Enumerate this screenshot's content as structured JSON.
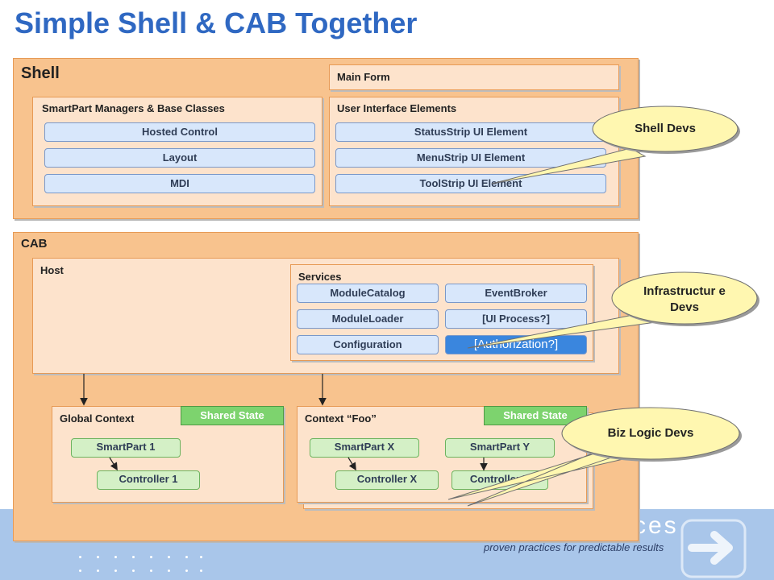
{
  "title": "Simple Shell & CAB Together",
  "shell": {
    "label": "Shell",
    "main_form": "Main Form",
    "smartpart_managers": {
      "label": "SmartPart Managers & Base Classes",
      "items": [
        "Hosted Control",
        "Layout",
        "MDI"
      ]
    },
    "ui_elements": {
      "label": "User Interface Elements",
      "items": [
        "StatusStrip UI Element",
        "MenuStrip UI Element",
        "ToolStrip UI Element"
      ]
    }
  },
  "cab": {
    "label": "CAB",
    "host": {
      "label": "Host",
      "services": {
        "label": "Services",
        "left": [
          "ModuleCatalog",
          "ModuleLoader",
          "Configuration"
        ],
        "right": [
          "EventBroker",
          "[UI Process?]",
          "[Authorization?]"
        ]
      }
    },
    "global_context": {
      "label": "Global Context",
      "shared_state": "Shared State",
      "smartpart": "SmartPart 1",
      "controller": "Controller 1"
    },
    "context_foo": {
      "label": "Context “Foo”",
      "shared_state": "Shared State",
      "smartpart_x": "SmartPart X",
      "smartpart_y": "SmartPart Y",
      "controller_x": "Controller X",
      "controller_y": "Controller Y"
    }
  },
  "callouts": {
    "shell_devs": "Shell Devs",
    "infrastructure_devs": "Infrastructur e Devs",
    "biz_logic_devs": "Biz Logic Devs"
  },
  "footer": {
    "tagline": "proven practices for predictable results",
    "brand_fragment": "ces"
  },
  "colors": {
    "title": "#2f68c2",
    "panel": "#f8c38e",
    "inner": "#fde3cc",
    "pill": "#d8e7fb",
    "pill_highlight": "#3a86de",
    "green_pill": "#d4f0c6",
    "shared_state": "#7dd36e",
    "footer": "#a9c6ea"
  }
}
